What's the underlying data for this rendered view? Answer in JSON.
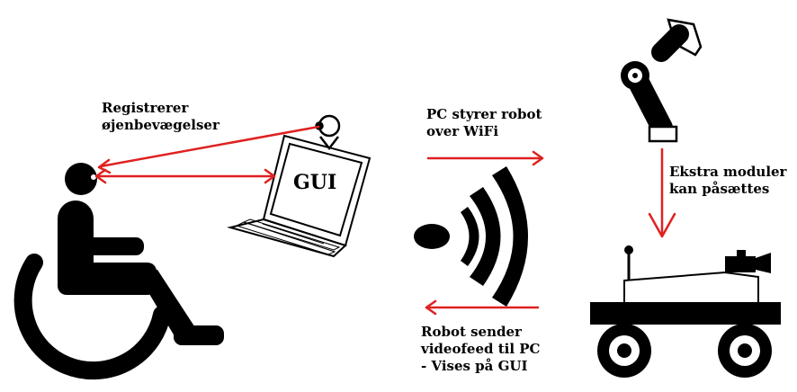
{
  "labels": {
    "eye_tracking_line1": "Registrerer",
    "eye_tracking_line2": "øjenbevægelser",
    "gui": "GUI",
    "pc_control_line1": "PC styrer robot",
    "pc_control_line2": "over WiFi",
    "modules_line1": "Ekstra moduler",
    "modules_line2": "kan påsættes",
    "video_line1": "Robot sender",
    "video_line2": "videofeed til PC",
    "video_line3": "- Vises på GUI"
  },
  "icons": [
    "wheelchair-user-icon",
    "laptop-icon",
    "webcam-icon",
    "wifi-icon",
    "robot-arm-icon",
    "robot-vehicle-icon"
  ],
  "colors": {
    "arrow": "#e02020",
    "ink": "#000000"
  }
}
